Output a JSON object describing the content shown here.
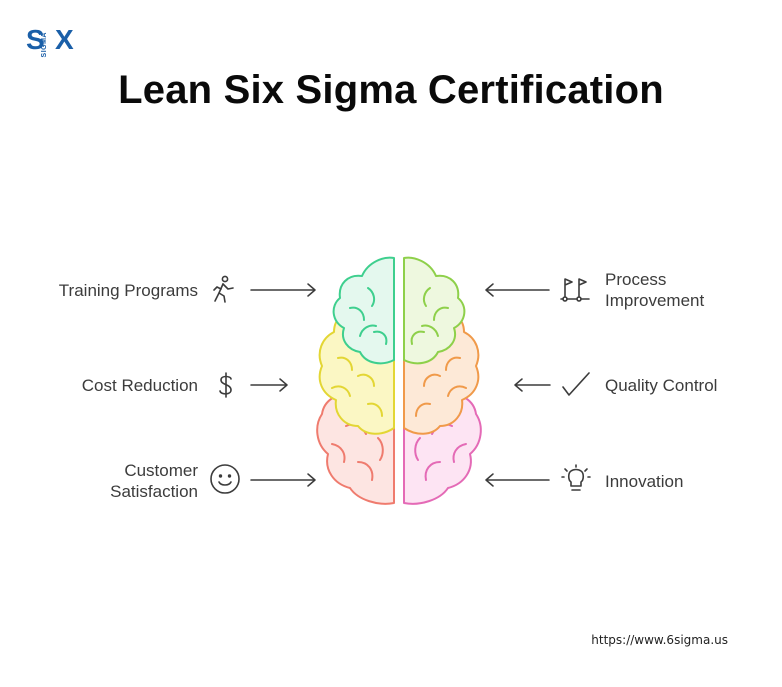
{
  "logo": {
    "s": "S",
    "x": "X",
    "sigma": "SIGMA"
  },
  "title": "Lean Six Sigma Certification",
  "items_left": [
    {
      "label": "Training Programs",
      "icon": "person-running-icon"
    },
    {
      "label": "Cost Reduction",
      "icon": "dollar-icon"
    },
    {
      "label": "Customer\nSatisfaction",
      "icon": "smiley-face-icon"
    }
  ],
  "items_right": [
    {
      "label": "Process\nImprovement",
      "icon": "flags-track-icon"
    },
    {
      "label": "Quality Control",
      "icon": "checkmark-icon"
    },
    {
      "label": "Innovation",
      "icon": "lightbulb-icon"
    }
  ],
  "colors": {
    "logo_blue": "#1a5fa8",
    "brain_green": "#3ecf8e",
    "brain_lime": "#8ed04a",
    "brain_yellow": "#e3d634",
    "brain_orange": "#f09a4a",
    "brain_red": "#ef7b6e",
    "brain_pink": "#e46ab6",
    "icon_gray": "#3c3c3c"
  },
  "footer": {
    "url": "https://www.6sigma.us"
  }
}
